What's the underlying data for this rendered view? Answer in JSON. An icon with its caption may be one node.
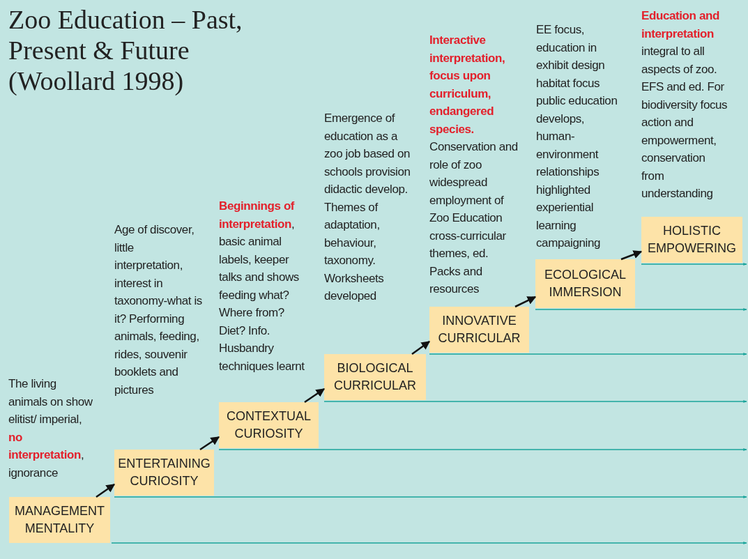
{
  "diagram": {
    "title": "Zoo Education – Past, Present & Future (Woollard 1998)",
    "nodes": [
      {
        "text": [
          "MANAGEMENT MENTALITY"
        ]
      },
      {
        "text": [
          "ENTERTAINING CURIOSITY"
        ]
      },
      {
        "text": [
          "CONTEXTUAL CURIOSITY"
        ]
      },
      {
        "text": [
          "BIOLOGICAL CURRICULAR"
        ]
      },
      {
        "text": [
          "INNOVATIVE CURRICULAR"
        ]
      },
      {
        "text": [
          "ECOLOGICAL IMMERSION"
        ]
      },
      {
        "text": [
          "HOLISTIC EMPOWERING"
        ]
      }
    ],
    "edges": [
      {
        "from": 0,
        "to": 1,
        "arrow": "to"
      },
      {
        "from": 1,
        "to": 2,
        "arrow": "to"
      },
      {
        "from": 2,
        "to": 3,
        "arrow": "to"
      },
      {
        "from": 3,
        "to": 4,
        "arrow": "to"
      },
      {
        "from": 4,
        "to": 5,
        "arrow": "to"
      },
      {
        "from": 5,
        "to": 6,
        "arrow": "to"
      }
    ],
    "labels": [
      "**Education and interpretation** integral to all aspects of zoo. EFS and ed. For biodiversity focus action and empowerment, conservation from understanding",
      "EE focus, education in exhibit design habitat focus public education develops, human-environment relationships highlighted experiential learning campaigning",
      "**Interactive interpretation, focus upon curriculum, endangered species.** Conservation and role of zoo widespread employment of Zoo Education cross-curricular themes, ed. Packs and resources",
      "Emergence of education as a zoo job based on schools provision didactic develop. Themes of adaptation, behaviour, taxonomy. Worksheets developed",
      "**Beginnings of interpretation**, basic animal labels, keeper talks and shows feeding what? Where from? Diet? Info. Husbandry techniques learnt",
      "Age of discover, little interpretation, interest in taxonomy-what is it? Performing animals, feeding, rides, souvenir booklets and pictures",
      "The living animals on show elitist/ imperial, **no interpretation**, ignorance"
    ]
  }
}
